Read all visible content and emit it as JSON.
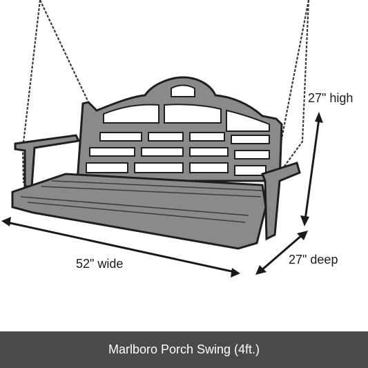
{
  "product": {
    "caption": "Marlboro Porch Swing (4ft.)"
  },
  "dimensions": {
    "height_label": "27\" high",
    "width_label": "52\" wide",
    "depth_label": "27\" deep"
  },
  "colors": {
    "swing_fill": "#8a8a8a",
    "swing_outline": "#1e1e1e",
    "chain": "#3a3a3a",
    "caption_bar": "#4a4a4a",
    "caption_text": "#ffffff"
  },
  "icons": {
    "product_image": "porch-swing-illustration"
  }
}
